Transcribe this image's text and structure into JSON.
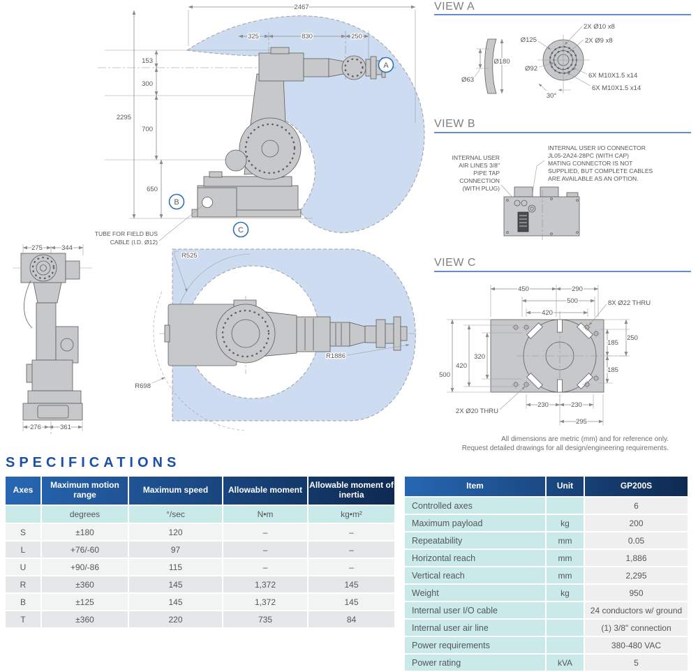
{
  "front_view": {
    "dim_2467": "2467",
    "dim_325": "325",
    "dim_830": "830",
    "dim_250": "250",
    "dim_153": "153",
    "dim_300": "300",
    "dim_700": "700",
    "dim_650": "650",
    "dim_2295": "2295",
    "badge_a": "A",
    "badge_b": "B",
    "badge_c": "C",
    "tube_note_line1": "TUBE FOR FIELD BUS",
    "tube_note_line2": "CABLE (I.D. Ø12)"
  },
  "side_view": {
    "dim_275": "275",
    "dim_344": "344",
    "dim_276": "276",
    "dim_361": "361"
  },
  "top_view": {
    "r525": "R525",
    "r698": "R698",
    "r1886": "R1886"
  },
  "view_a": {
    "title": "VIEW A",
    "dia_63": "Ø63",
    "dia_180": "Ø180",
    "dia_125": "Ø125",
    "dia_92": "Ø92",
    "note_holes_outer": "2X Ø10 x8",
    "note_holes_inner": "2X Ø9 x8",
    "note_taps_1": "6X M10X1.5 x14",
    "note_taps_2": "6X M10X1.5 x14",
    "angle_30": "30°"
  },
  "view_b": {
    "title": "VIEW B",
    "air_note": [
      "INTERNAL USER",
      "AIR LINES 3/8\"",
      "PIPE TAP",
      "CONNECTION",
      "(WITH PLUG)"
    ],
    "io_note": [
      "INTERNAL USER I/O CONNECTOR",
      "JL05-2A24-28PC (WITH CAP)",
      "MATING CONNECTOR IS NOT",
      "SUPPLIED, BUT COMPLETE CABLES",
      "ARE AVAILABLE AS AN OPTION."
    ]
  },
  "view_c": {
    "title": "VIEW C",
    "dim_450": "450",
    "dim_290": "290",
    "dim_500_top": "500",
    "dim_420_top": "420",
    "dim_500_left": "500",
    "dim_420_left": "420",
    "dim_320": "320",
    "dim_185_upper": "185",
    "dim_185_lower": "185",
    "dim_250": "250",
    "dim_230_left": "230",
    "dim_230_right": "230",
    "dim_295": "295",
    "note_8x": "8X Ø22 THRU",
    "note_2x": "2X Ø20 THRU"
  },
  "disclaimer": {
    "line1": "All dimensions are metric (mm) and for reference only.",
    "line2": "Request detailed drawings for all design/engineering requirements."
  },
  "specifications": {
    "title": "SPECIFICATIONS",
    "axes_table": {
      "headers": [
        "Axes",
        "Maximum motion range",
        "Maximum speed",
        "Allowable moment",
        "Allowable moment of inertia"
      ],
      "units": [
        "",
        "degrees",
        "°/sec",
        "N•m",
        "kg•m²"
      ],
      "rows": [
        [
          "S",
          "±180",
          "120",
          "–",
          "–"
        ],
        [
          "L",
          "+76/-60",
          "97",
          "–",
          "–"
        ],
        [
          "U",
          "+90/-86",
          "115",
          "–",
          "–"
        ],
        [
          "R",
          "±360",
          "145",
          "1,372",
          "145"
        ],
        [
          "B",
          "±125",
          "145",
          "1,372",
          "145"
        ],
        [
          "T",
          "±360",
          "220",
          "735",
          "84"
        ]
      ]
    },
    "model_table": {
      "headers": [
        "Item",
        "Unit",
        "GP200S"
      ],
      "rows": [
        [
          "Controlled axes",
          "",
          "6"
        ],
        [
          "Maximum payload",
          "kg",
          "200"
        ],
        [
          "Repeatability",
          "mm",
          "0.05"
        ],
        [
          "Horizontal reach",
          "mm",
          "1,886"
        ],
        [
          "Vertical reach",
          "mm",
          "2,295"
        ],
        [
          "Weight",
          "kg",
          "950"
        ],
        [
          "Internal user I/O cable",
          "",
          "24 conductors w/ ground"
        ],
        [
          "Internal user air line",
          "",
          "(1) 3/8\" connection"
        ],
        [
          "Power requirements",
          "",
          "380-480 VAC"
        ],
        [
          "Power rating",
          "kVA",
          "5"
        ]
      ]
    }
  }
}
